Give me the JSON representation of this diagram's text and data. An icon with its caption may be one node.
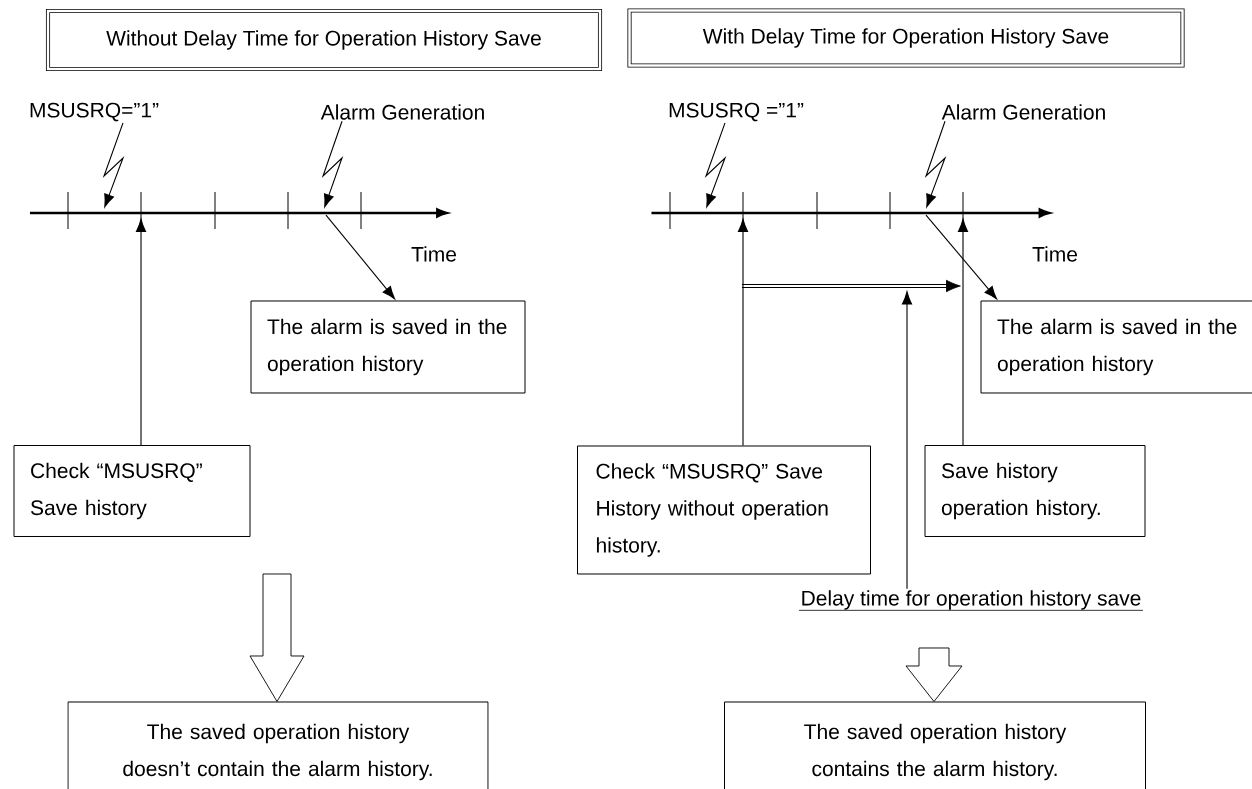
{
  "diagram": {
    "nodes": [
      {
        "text": [
          "Without Delay Time for Operation History Save"
        ]
      },
      {
        "text": [
          "With Delay Time for Operation History Save"
        ]
      },
      {
        "text": [
          "MSUSRQ=”1”"
        ]
      },
      {
        "text": [
          "Alarm Generation"
        ]
      },
      {
        "text": [
          "The alarm is saved in the operation history"
        ]
      },
      {
        "text": [
          "Check “MSUSRQ” Save history"
        ]
      },
      {
        "text": [
          "The saved operation history doesn’t contain the alarm history."
        ]
      },
      {
        "text": [
          "MSUSRQ =”1”"
        ]
      },
      {
        "text": [
          "Alarm Generation"
        ]
      },
      {
        "text": [
          "The alarm is saved in the operation history"
        ]
      },
      {
        "text": [
          "Check “MSUSRQ” Save History without operation history."
        ]
      },
      {
        "text": [
          "Save history operation history."
        ]
      },
      {
        "text": [
          "Delay time for operation history save"
        ]
      },
      {
        "text": [
          "The saved operation history contains the alarm history."
        ]
      },
      {
        "text": [],
        "shape": "line"
      },
      {
        "text": [],
        "shape": "line"
      },
      {
        "text": [],
        "shape": "arrow"
      }
    ],
    "edges": [
      {
        "from": 2,
        "to": 14,
        "arrow": "to"
      },
      {
        "from": 3,
        "to": 14,
        "arrow": "to"
      },
      {
        "from": 14,
        "to": 4,
        "arrow": "to"
      },
      {
        "from": 5,
        "to": 14,
        "arrow": "to"
      },
      {
        "from": null,
        "to": 6,
        "arrow": "to"
      },
      {
        "from": 7,
        "to": 15,
        "arrow": "to"
      },
      {
        "from": 8,
        "to": 15,
        "arrow": "to"
      },
      {
        "from": 15,
        "to": 9,
        "arrow": "to"
      },
      {
        "from": 10,
        "to": 15,
        "arrow": "to"
      },
      {
        "from": 11,
        "to": 15,
        "arrow": "to"
      },
      {
        "from": 12,
        "to": 16,
        "arrow": "to"
      },
      {
        "from": null,
        "to": 13,
        "arrow": "to"
      }
    ],
    "labels": [
      "Time",
      "Time"
    ]
  }
}
